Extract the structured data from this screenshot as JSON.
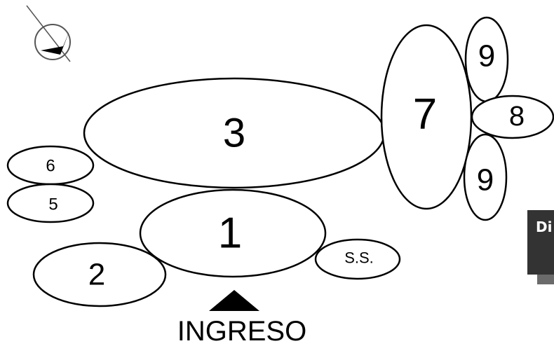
{
  "diagram": {
    "spaces": {
      "s1": "1",
      "s2": "2",
      "s3": "3",
      "s5": "5",
      "s6": "6",
      "s7": "7",
      "s8": "8",
      "s9a": "9",
      "s9b": "9",
      "ss": "S.S."
    },
    "entrance_label": "INGRESO",
    "north_icon": "compass-north-icon"
  },
  "side_tab": {
    "label": "Di"
  },
  "colors": {
    "stroke": "#000000",
    "background": "#ffffff",
    "side_tab": "#333333"
  }
}
